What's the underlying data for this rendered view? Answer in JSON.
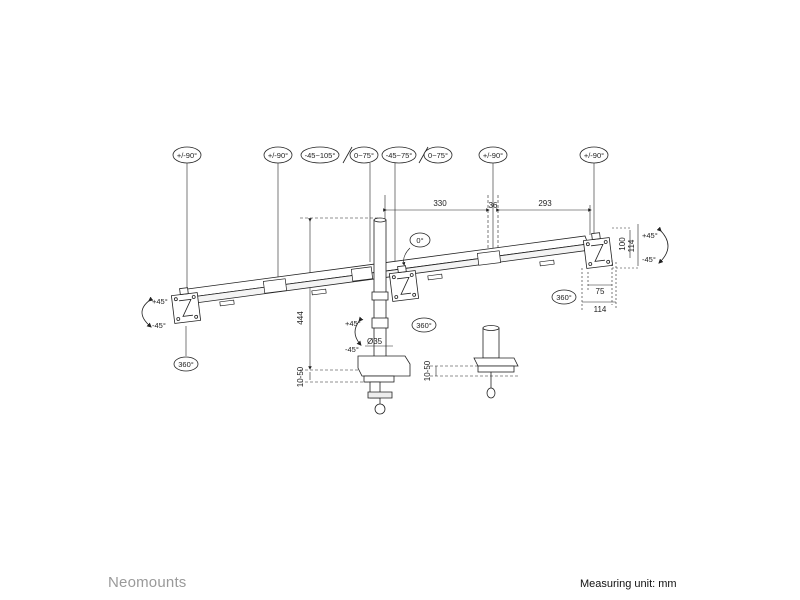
{
  "brand": "Neomounts",
  "measuring_unit": "Measuring unit: mm",
  "tilt_labels": {
    "left": "+/-90°",
    "mid_left": "+/-90°",
    "mid_right": "+/-90°",
    "right": "+/-90°"
  },
  "swivel_labels": {
    "arm_left": "-45~105°",
    "arm_left_range": "0~75°",
    "arm_right": "-45~75°",
    "arm_right_range": "0~75°"
  },
  "rotation_labels": {
    "left": "360°",
    "center": "360°",
    "right": "360°",
    "center_top": "0°"
  },
  "tilt_range": {
    "left_up": "+45°",
    "left_down": "-45°",
    "center_up": "+45°",
    "center_down": "-45°",
    "right_up": "+45°",
    "right_down": "-45°"
  },
  "dimensions": {
    "arm_span_left": "330",
    "arm_gap": "36",
    "arm_span_right": "293",
    "pole_height": "444",
    "clamp_range": "10-50",
    "grommet_range": "10-50",
    "pole_diameter": "Ø35",
    "vesa_h_100": "100",
    "vesa_h_114": "114",
    "vesa_w_75": "75",
    "vesa_w_114": "114"
  }
}
